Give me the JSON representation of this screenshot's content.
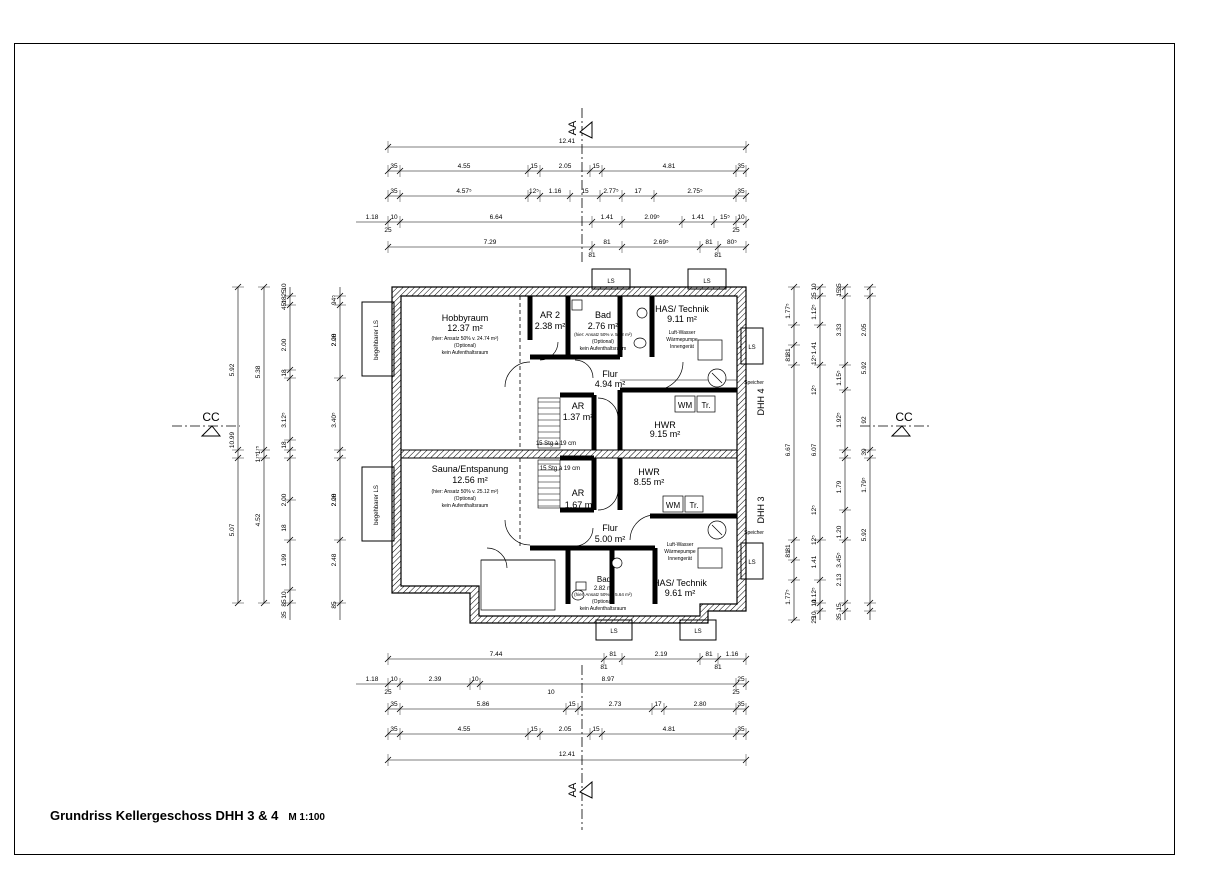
{
  "sheet": {
    "title": "Grundriss Kellergeschoss DHH 3 & 4",
    "scale": "M 1:100"
  },
  "sections": {
    "aa": "AA",
    "cc": "CC"
  },
  "houses": {
    "dhh4": "DHH 4",
    "dhh3": "DHH 3"
  },
  "rooms": {
    "hobbyraum": {
      "name": "Hobbyraum",
      "area": "12.37 m²",
      "note1": "(hier: Ansatz 50% v. 24.74 m²)",
      "note2": "(Optional)",
      "note3": "kein Aufenthaltsraum"
    },
    "ar2": {
      "name": "AR 2",
      "area": "2.38 m²"
    },
    "bad4": {
      "name": "Bad",
      "area": "2.76 m²",
      "note1": "(hier: Ansatz 50% v. 5.52 m²)",
      "note2": "(Optional)",
      "note3": "kein Aufenthaltsraum"
    },
    "has4": {
      "name": "HAS/ Technik",
      "area": "9.11 m²",
      "note1": "Luft-Wasser",
      "note2": "Wärmepumpe",
      "note3": "Innengerät"
    },
    "flur4": {
      "name": "Flur",
      "area": "4.94 m²"
    },
    "ar4": {
      "name": "AR",
      "area": "1.37 m²"
    },
    "hwr4": {
      "name": "HWR",
      "area": "9.15 m²"
    },
    "sauna": {
      "name": "Sauna/Entspanung",
      "area": "12.56 m²",
      "note1": "(hier: Ansatz 50% v. 25.12 m²)",
      "note2": "(Optional)",
      "note3": "kein Aufenthaltsraum"
    },
    "hwr3": {
      "name": "HWR",
      "area": "8.55 m²"
    },
    "ar3": {
      "name": "AR",
      "area": "1.67 m²"
    },
    "flur3": {
      "name": "Flur",
      "area": "5.00 m²"
    },
    "bad3": {
      "name": "Bad",
      "area": "2.82 m²",
      "note1": "(hier: Ansatz 50% v. 5.64 m²)",
      "note2": "(Optional)",
      "note3": "kein Aufenthaltsraum"
    },
    "has3": {
      "name": "HAS/ Technik",
      "area": "9.61 m²",
      "note1": "Luft-Wasser",
      "note2": "Wärmepumpe",
      "note3": "Innengerät"
    }
  },
  "fixtures": {
    "wm": "WM",
    "tr": "Tr.",
    "speicher": "Speicher",
    "ls": "LS",
    "begehbarer_ls": "begehbarer LS",
    "stair4": "15 Stg à 19 cm",
    "stair3": "15 Stg à 19 cm"
  },
  "dims_top": [
    {
      "total": "12.41"
    },
    {
      "labels": [
        "35",
        "4.55",
        "15",
        "2.05",
        "15",
        "4.81",
        "35"
      ]
    },
    {
      "labels": [
        "35",
        "4.57⁵",
        "12⁵",
        "1.16",
        "15",
        "2.77⁵",
        "17",
        "2.75⁵",
        "35"
      ]
    },
    {
      "labels": [
        "1.18",
        "10",
        "6.64",
        "1.41",
        "2.09⁵",
        "1.41",
        "15⁵",
        "10"
      ],
      "sub": [
        "25",
        "25"
      ]
    },
    {
      "labels": [
        "7.29",
        "81",
        "2.69⁵",
        "81",
        "80⁵"
      ],
      "sub": [
        "81",
        "81"
      ]
    }
  ],
  "dims_bottom": [
    {
      "labels": [
        "7.44",
        "81",
        "2.19",
        "81",
        "1.16"
      ],
      "sub": [
        "81",
        "81"
      ]
    },
    {
      "labels": [
        "1.18",
        "10",
        "2.39",
        "10",
        "8.97",
        "25"
      ],
      "sub": [
        "25",
        "25",
        "10"
      ]
    },
    {
      "labels": [
        "35",
        "5.86",
        "15",
        "2.73",
        "17",
        "2.80",
        "35"
      ]
    },
    {
      "labels": [
        "35",
        "4.55",
        "15",
        "2.05",
        "15",
        "4.81",
        "35"
      ]
    },
    {
      "total": "12.41"
    }
  ],
  "dims_left": [
    {
      "labels": [
        "5.92",
        "10.99",
        "5.07"
      ]
    },
    {
      "labels": [
        "5.38",
        "4.52",
        "1⁷⁵",
        "1⁷⁵"
      ]
    },
    {
      "labels": [
        "18",
        "2.00",
        "18",
        "3.12⁵",
        "18",
        "2.00",
        "18",
        "1.99",
        "10",
        "85",
        "35",
        "45⁵",
        "25",
        "10"
      ]
    },
    {
      "labels": [
        "94⁵",
        "2.08",
        "2.20",
        "3.40⁵",
        "2.08",
        "2.20",
        "2.48",
        "85"
      ]
    }
  ],
  "dims_right": [
    {
      "labels": [
        "1.77⁵",
        "81",
        "81",
        "6.67",
        "81",
        "81",
        "1.77⁵"
      ]
    },
    {
      "labels": [
        "1.12⁵",
        "25",
        "1.41",
        "6.07",
        "1.41",
        "1.12⁵",
        "10",
        "25",
        "12⁵",
        "12⁵",
        "12⁵",
        "12⁵",
        "10",
        "10"
      ]
    },
    {
      "labels": [
        "3.33",
        "1.15⁵",
        "1.92⁵",
        "1.79",
        "1.20",
        "3.45⁵",
        "2.13",
        "15",
        "15",
        "35",
        "35"
      ]
    },
    {
      "labels": [
        "5.92",
        "2.05",
        "5.92",
        "1.79⁵",
        "92",
        "39"
      ]
    }
  ]
}
